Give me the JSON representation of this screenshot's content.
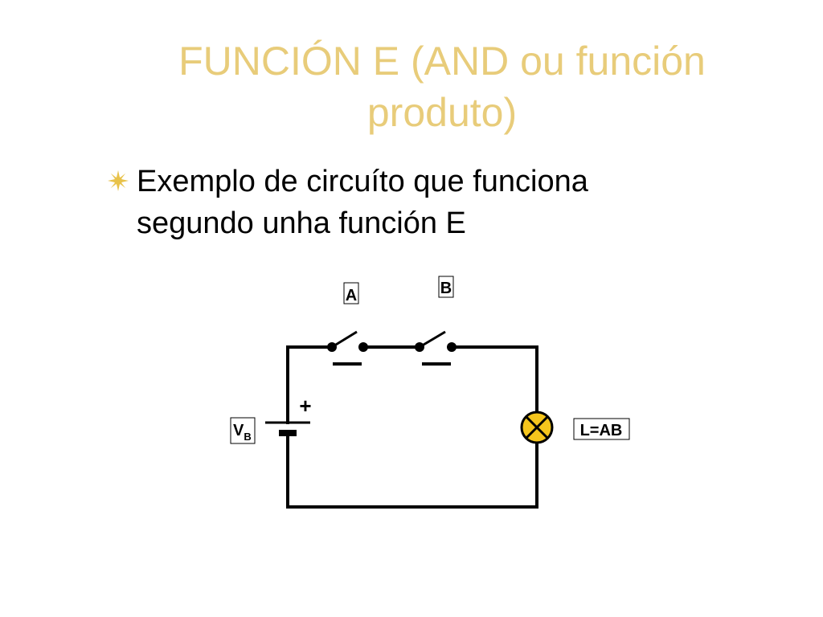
{
  "slide": {
    "title_line1": "FUNCIÓN E (AND ou función",
    "title_line2": "produto)",
    "bullet_line1": "Exemplo de circuíto que funciona",
    "bullet_line2": "segundo unha función E",
    "bullet_icon": "sunburst-bullet-icon"
  },
  "circuit": {
    "switch_a_label": "A",
    "switch_b_label": "B",
    "battery_label_main": "V",
    "battery_label_sub": "B",
    "battery_plus": "+",
    "lamp_label": "L=AB",
    "lamp_icon": "lamp-icon",
    "colors": {
      "title": "#e8cc7a",
      "lamp_fill": "#f5c51c",
      "bullet": "#e8c24a",
      "wire": "#000000"
    }
  }
}
